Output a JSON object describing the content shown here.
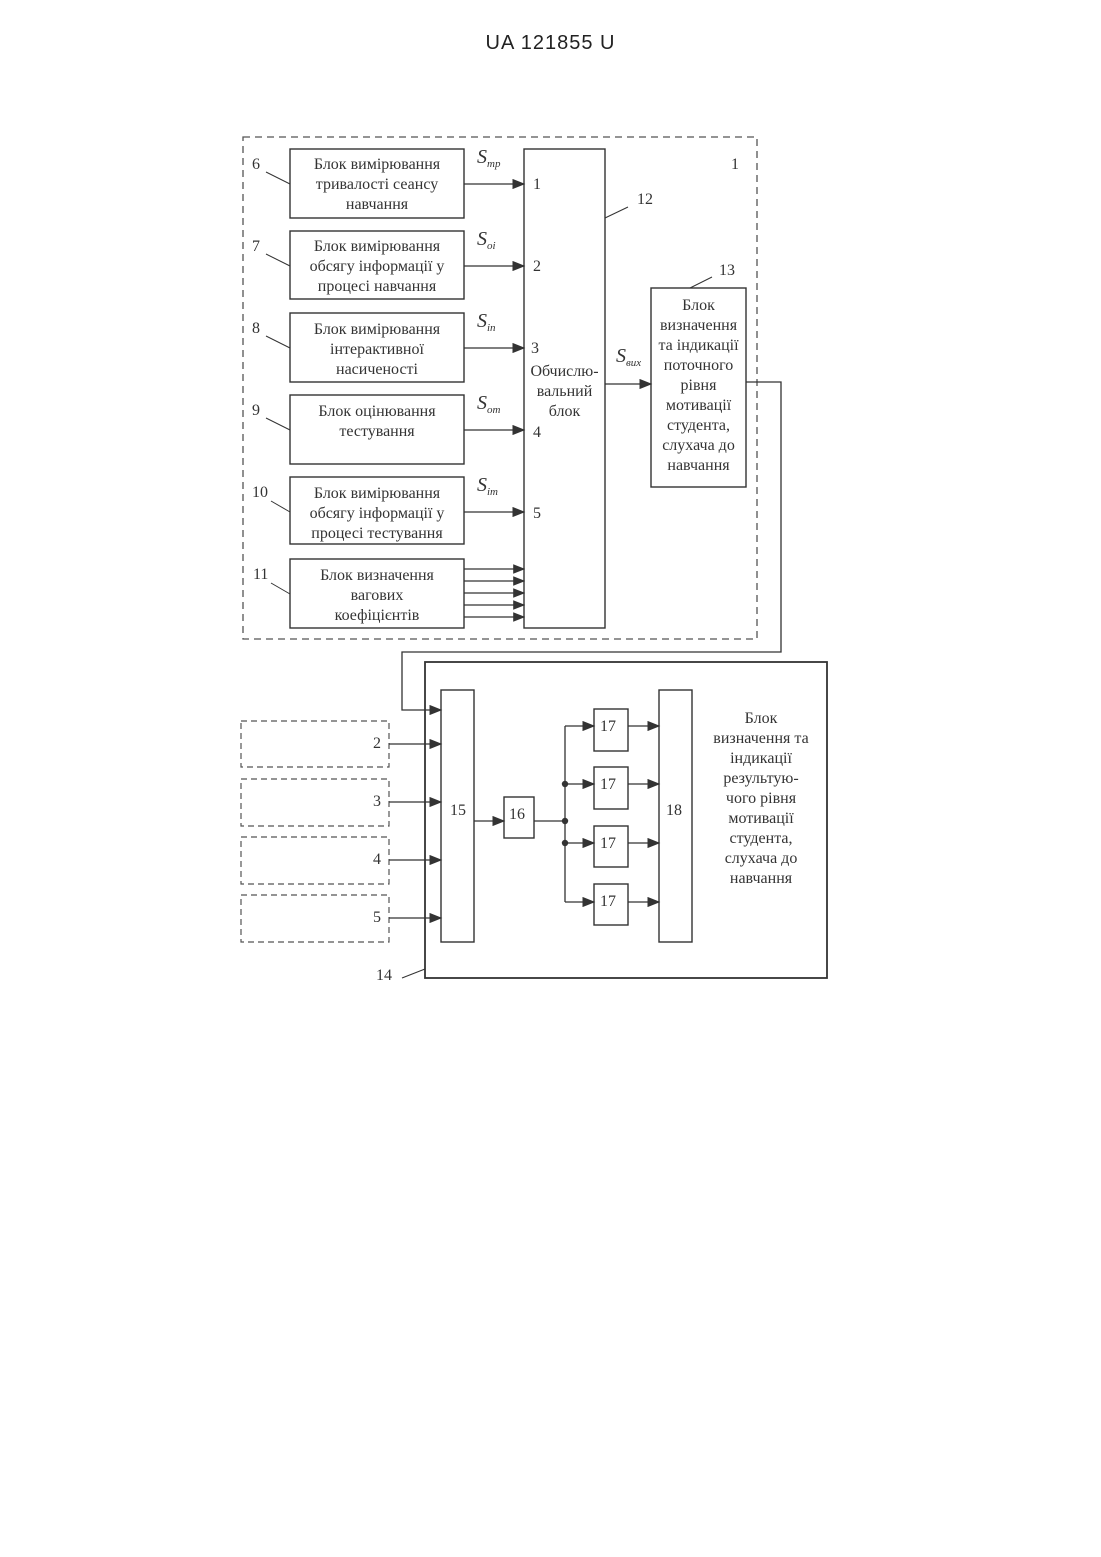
{
  "header": {
    "doc_number": "UA   121855   U"
  },
  "blocks": {
    "b6": {
      "num": "6",
      "label": "Блок вимірювання тривалості сеансу навчання"
    },
    "b7": {
      "num": "7",
      "label": "Блок вимірювання обсягу інформації у процесі навчання"
    },
    "b8": {
      "num": "8",
      "label": "Блок вимірювання інтерактивної насиченості"
    },
    "b9": {
      "num": "9",
      "label": "Блок оцінювання тестування"
    },
    "b10": {
      "num": "10",
      "label": "Блок вимірювання обсягу інформації у процесі тестування"
    },
    "b11": {
      "num": "11",
      "label": "Блок визначення вагових коефіцієнтів"
    },
    "b12": {
      "num": "12",
      "label": "Обчислю-вальний блок"
    },
    "b13": {
      "num": "13",
      "label": "Блок визначення та індикації поточного рівня мотивації студента, слухача до навчання"
    },
    "b14": {
      "num": "14",
      "label": "Блок визначення та індикації результую-чого рівня мотивації студента, слухача до навчання"
    },
    "b15": {
      "num": "15"
    },
    "b16": {
      "num": "16"
    },
    "b17": {
      "num": "17"
    },
    "b18": {
      "num": "18"
    }
  },
  "group_labels": {
    "outer_1": "1"
  },
  "signals": {
    "s1": {
      "main": "S",
      "sub": "тр"
    },
    "s2": {
      "main": "S",
      "sub": "оі"
    },
    "s3": {
      "main": "S",
      "sub": "іп"
    },
    "s4": {
      "main": "S",
      "sub": "от"
    },
    "s5": {
      "main": "S",
      "sub": "іт"
    },
    "sout": {
      "main": "S",
      "sub": "вих"
    }
  },
  "input_numbers": [
    "1",
    "2",
    "3",
    "4",
    "5"
  ],
  "ext_inputs": [
    "2",
    "3",
    "4",
    "5"
  ],
  "colors": {
    "line": "#333333",
    "dashed": "#555555"
  }
}
